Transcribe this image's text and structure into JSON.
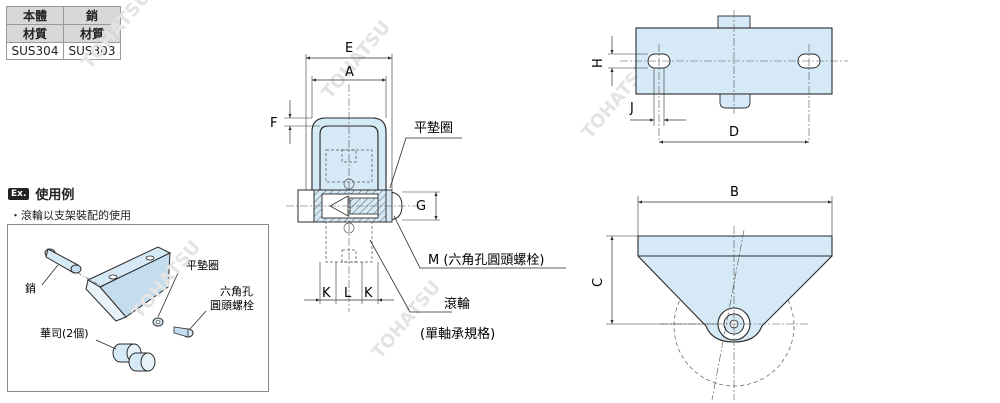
{
  "material_table": {
    "header": [
      "本體",
      "銷"
    ],
    "label_row": [
      "材質",
      "材質"
    ],
    "values": [
      "SUS304",
      "SUS303"
    ]
  },
  "example": {
    "badge": "Ex.",
    "title": "使用例",
    "subtitle": "・滾輪以支架裝配的使用"
  },
  "inset_labels": {
    "pin": "銷",
    "washer": "平墊圈",
    "bolt_line1": "六角孔",
    "bolt_line2": "圓頭螺栓",
    "collar": "華司(2個)"
  },
  "front_view": {
    "dim_E": "E",
    "dim_A": "A",
    "dim_F": "F",
    "dim_G": "G",
    "dim_K_left": "K",
    "dim_L": "L",
    "dim_K_right": "K",
    "label_washer": "平墊圈",
    "label_bolt": "M (六角孔圓頭螺栓)",
    "label_wheel_line1": "滾輪",
    "label_wheel_line2": "(單軸承規格)"
  },
  "top_view": {
    "dim_H": "H",
    "dim_J": "J",
    "dim_D": "D"
  },
  "side_view": {
    "dim_B": "B",
    "dim_C": "C"
  },
  "watermark": "TOHATSU",
  "colors": {
    "part_fill": "#d6e9f6",
    "part_stroke": "#2a2a2a",
    "dim_line": "#333333",
    "centerline": "#555555",
    "watermark": "#e6e6e6"
  }
}
